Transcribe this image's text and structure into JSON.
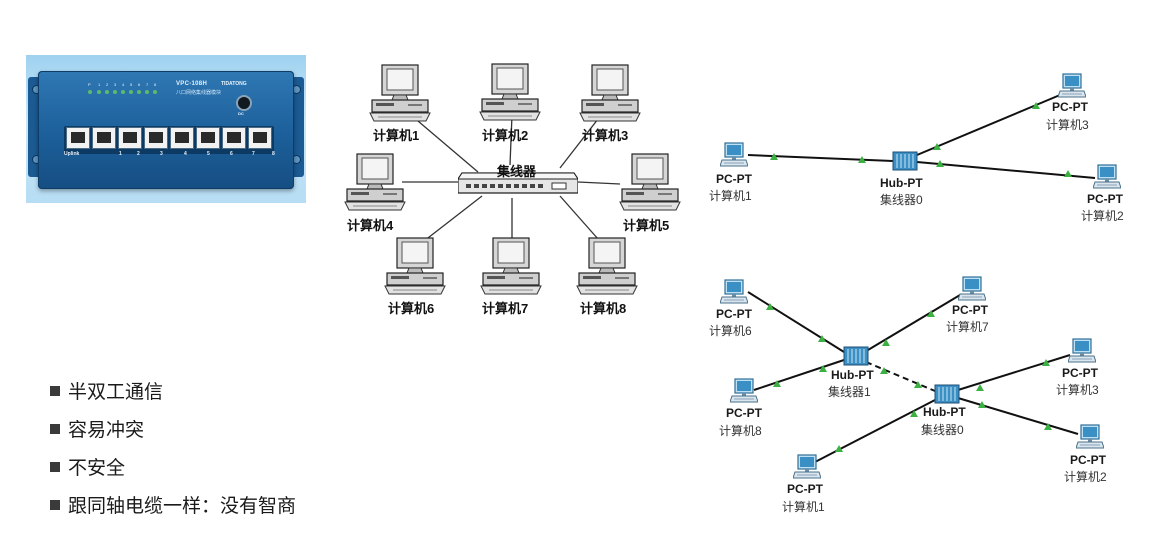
{
  "hub_photo": {
    "model": "VPC-108H",
    "brand": "TIDATONG",
    "subtitle": "八口网络集线器模块",
    "dc_label": "DC",
    "uplink_label": "Uplink",
    "port_numbers": [
      "1",
      "2",
      "3",
      "4",
      "5",
      "6",
      "7",
      "8"
    ],
    "led_labels": [
      "P",
      "1",
      "2",
      "3",
      "4",
      "5",
      "6",
      "7",
      "8"
    ]
  },
  "star_diagram": {
    "hub_label": "集线器",
    "computers": [
      "计算机1",
      "计算机2",
      "计算机3",
      "计算机4",
      "计算机5",
      "计算机6",
      "计算机7",
      "计算机8"
    ]
  },
  "pt_top": {
    "hub": {
      "type": "Hub-PT",
      "name": "集线器0"
    },
    "pcs": [
      {
        "type": "PC-PT",
        "name": "计算机1"
      },
      {
        "type": "PC-PT",
        "name": "计算机3"
      },
      {
        "type": "PC-PT",
        "name": "计算机2"
      }
    ]
  },
  "pt_bottom": {
    "hubs": [
      {
        "type": "Hub-PT",
        "name": "集线器1"
      },
      {
        "type": "Hub-PT",
        "name": "集线器0"
      }
    ],
    "pcs": [
      {
        "type": "PC-PT",
        "name": "计算机6"
      },
      {
        "type": "PC-PT",
        "name": "计算机7"
      },
      {
        "type": "PC-PT",
        "name": "计算机8"
      },
      {
        "type": "PC-PT",
        "name": "计算机3"
      },
      {
        "type": "PC-PT",
        "name": "计算机2"
      },
      {
        "type": "PC-PT",
        "name": "计算机1"
      }
    ]
  },
  "bullets": [
    "半双工通信",
    "容易冲突",
    "不安全",
    "跟同轴电缆一样：没有智商"
  ],
  "colors": {
    "link_dot": "#3cb043",
    "pt_device": "#3a8fc4",
    "hub_blue": "#1c5f9a"
  }
}
